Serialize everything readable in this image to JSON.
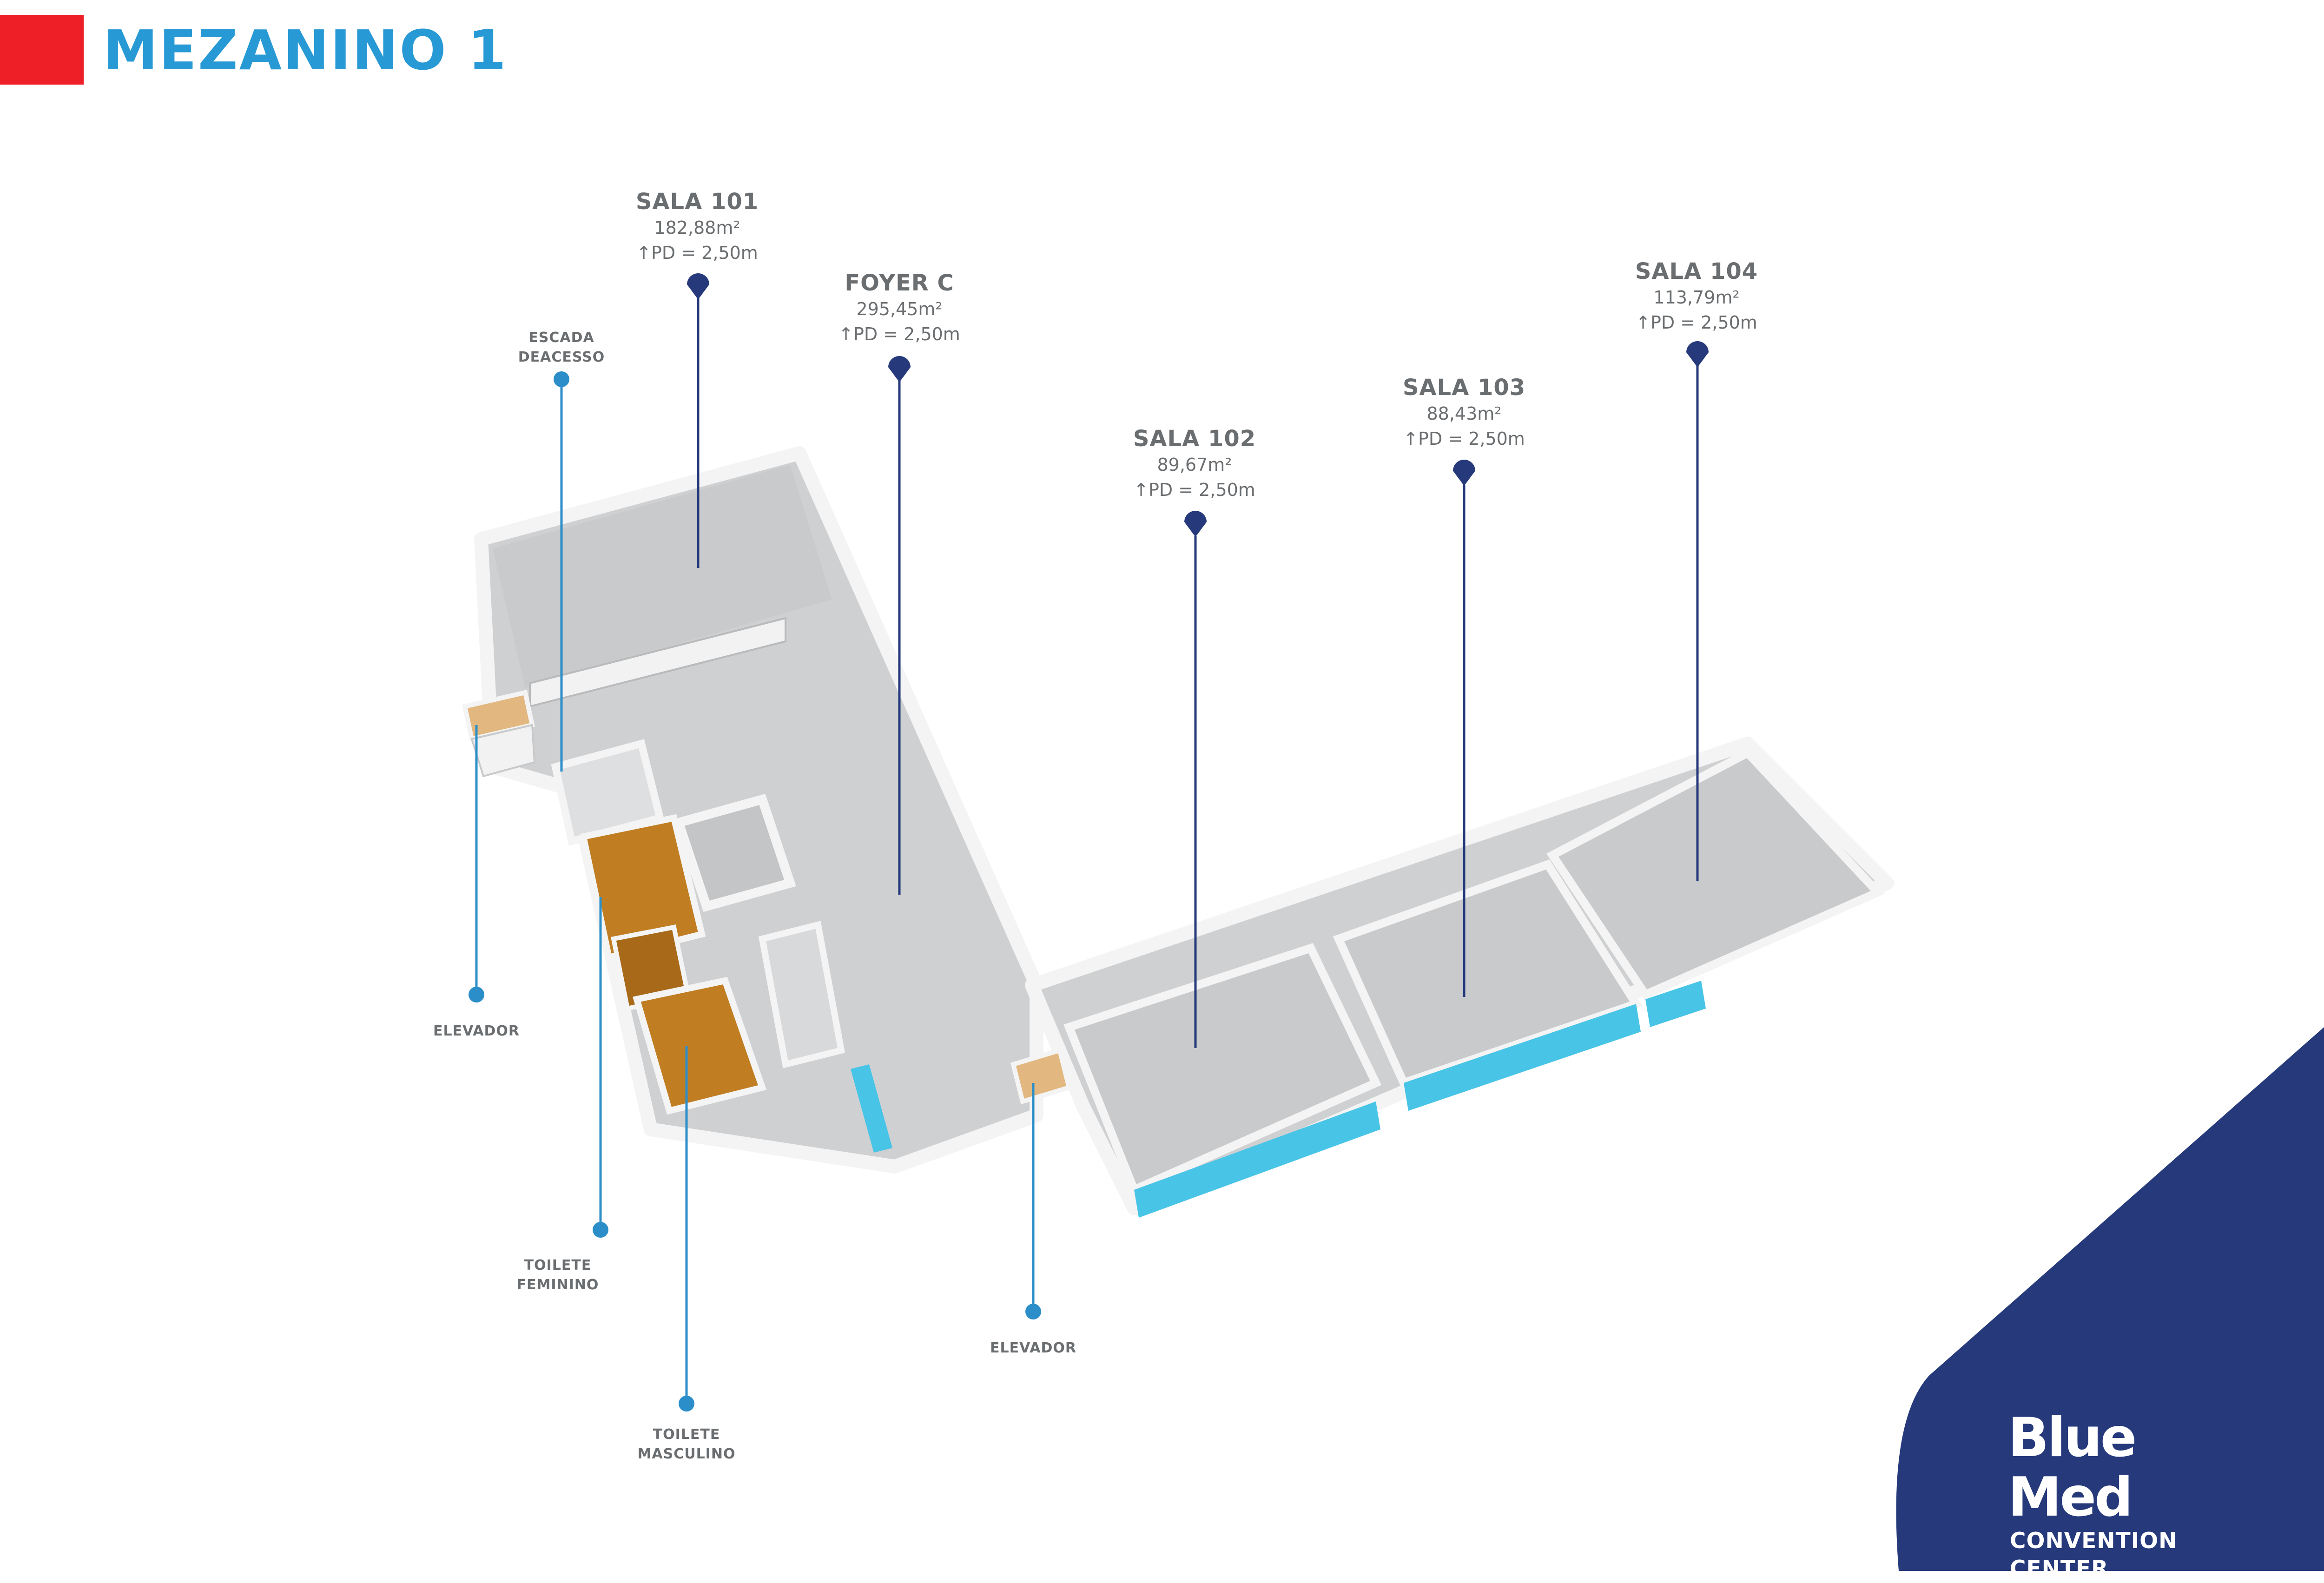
{
  "page": {
    "title": "MEZANINO 1",
    "accent_color": "#ee1f27",
    "title_color": "#2799d5",
    "brand_color": "#25397b"
  },
  "rooms": [
    {
      "id": "sala_101",
      "name": "SALA 101",
      "area": "182,88m²",
      "pd": "↑PD = 2,50m"
    },
    {
      "id": "foyer_c",
      "name": "FOYER C",
      "area": "295,45m²",
      "pd": "↑PD = 2,50m"
    },
    {
      "id": "sala_102",
      "name": "SALA 102",
      "area": "89,67m²",
      "pd": "↑PD = 2,50m"
    },
    {
      "id": "sala_103",
      "name": "SALA 103",
      "area": "88,43m²",
      "pd": "↑PD = 2,50m"
    },
    {
      "id": "sala_104",
      "name": "SALA 104",
      "area": "113,79m²",
      "pd": "↑PD = 2,50m"
    }
  ],
  "services": {
    "escada": {
      "line1": "ESCADA",
      "line2": "DEACESSO"
    },
    "elevador_left": {
      "line1": "ELEVADOR"
    },
    "toilete_feminino": {
      "line1": "TOILETE",
      "line2": "FEMININO"
    },
    "toilete_masculino": {
      "line1": "TOILETE",
      "line2": "MASCULINO"
    },
    "elevador_right": {
      "line1": "ELEVADOR"
    }
  },
  "brand": {
    "name": "Blue Med",
    "subtitle": "CONVENTION CENTER"
  },
  "colors": {
    "floor": "#d1d2d4",
    "wall_top": "#f4f4f4",
    "wall_side": "#bfc0c2",
    "glass": "#48c4e6",
    "toilet": "#c07d22",
    "elevator": "#e2b880",
    "room_pin": "#25397b",
    "service_pin": "#2b8ec9"
  }
}
